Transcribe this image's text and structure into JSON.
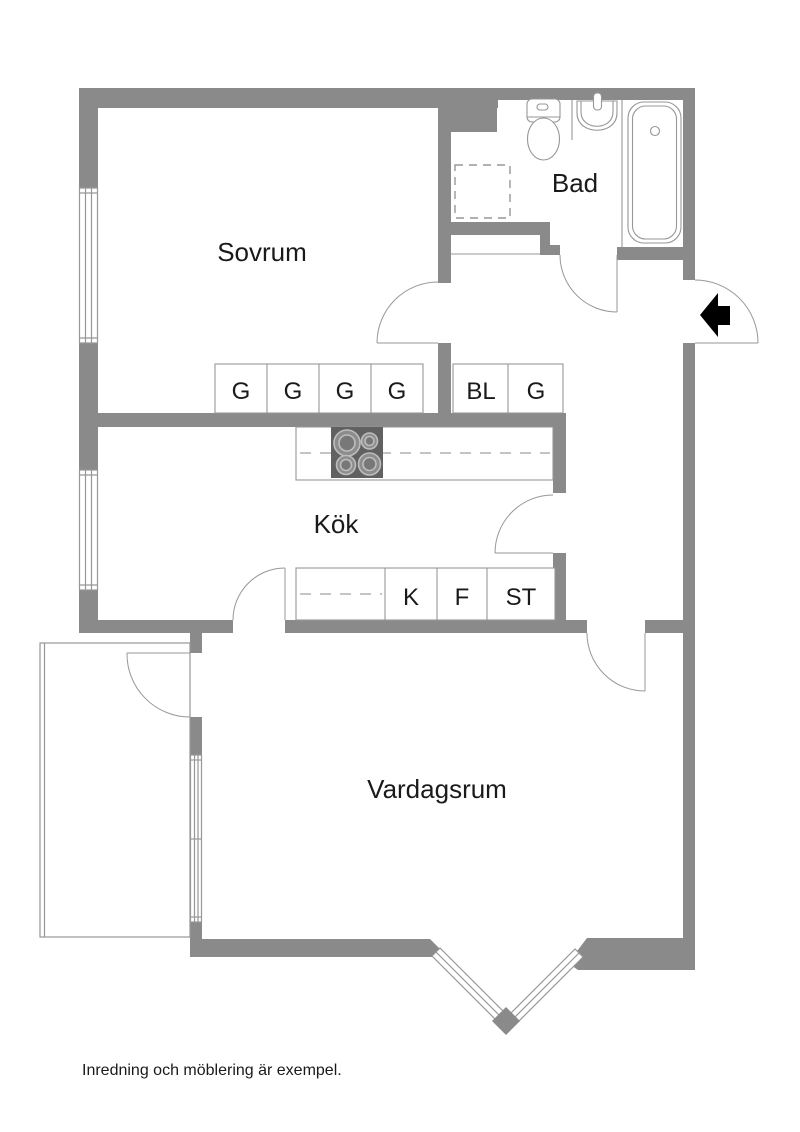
{
  "rooms": {
    "bedroom": "Sovrum",
    "bathroom": "Bad",
    "kitchen": "Kök",
    "living_room": "Vardagsrum"
  },
  "closets": {
    "bedroom": [
      "G",
      "G",
      "G",
      "G"
    ],
    "hall": [
      "BL",
      "G"
    ]
  },
  "kitchen_units": [
    "K",
    "F",
    "ST"
  ],
  "caption": "Inredning och möblering är exempel.",
  "colors": {
    "wall": "#8a8a8a",
    "line": "#979797",
    "dashed": "#b0b0b0",
    "stove": "#616161",
    "arrow": "#000000",
    "text": "#1a1a1a",
    "background": "#ffffff"
  }
}
